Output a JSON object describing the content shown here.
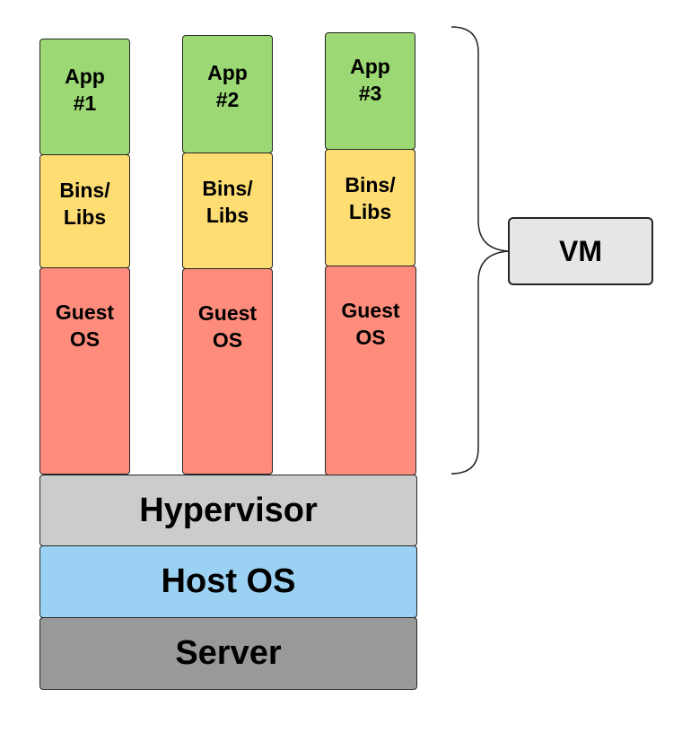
{
  "diagram": {
    "columns": [
      {
        "app": "App\n#1",
        "bins": "Bins/\nLibs",
        "guest": "Guest\nOS"
      },
      {
        "app": "App\n#2",
        "bins": "Bins/\nLibs",
        "guest": "Guest\nOS"
      },
      {
        "app": "App\n#3",
        "bins": "Bins/\nLibs",
        "guest": "Guest\nOS"
      }
    ],
    "layers": {
      "hypervisor": "Hypervisor",
      "host_os": "Host OS",
      "server": "Server"
    },
    "vm_label": "VM",
    "colors": {
      "app": "#9cd873",
      "bins": "#fedd72",
      "guest": "#fe8c7c",
      "hypervisor": "#cccccc",
      "host_os": "#9bd1f2",
      "server": "#999999",
      "vm": "#e6e6e6"
    }
  }
}
